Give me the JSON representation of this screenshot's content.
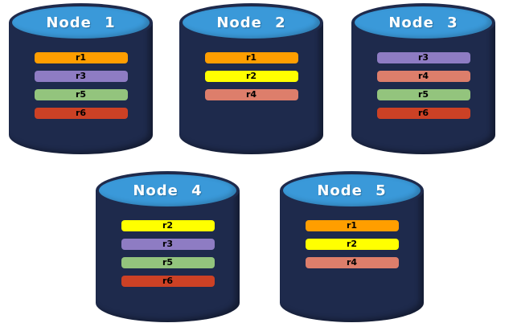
{
  "colors": {
    "background": "#FFFFFF",
    "cylinder_body": "#1E2A4C",
    "cylinder_top": "#3A99D9",
    "node_title_text": "#FFFFFF",
    "replica_label_text": "#000000",
    "replica_colors": {
      "r1": "#FF9E00",
      "r2": "#FFFF00",
      "r3": "#8E7CC3",
      "r4": "#DD7E6B",
      "r5": "#93C47D",
      "r6": "#CC4125"
    }
  },
  "nodes": [
    {
      "label": "Node 1",
      "replicas": [
        "r1",
        "r3",
        "r5",
        "r6"
      ]
    },
    {
      "label": "Node 2",
      "replicas": [
        "r1",
        "r2",
        "r4"
      ]
    },
    {
      "label": "Node 3",
      "replicas": [
        "r3",
        "r4",
        "r5",
        "r6"
      ]
    },
    {
      "label": "Node 4",
      "replicas": [
        "r2",
        "r3",
        "r5",
        "r6"
      ]
    },
    {
      "label": "Node 5",
      "replicas": [
        "r1",
        "r2",
        "r4"
      ]
    }
  ]
}
